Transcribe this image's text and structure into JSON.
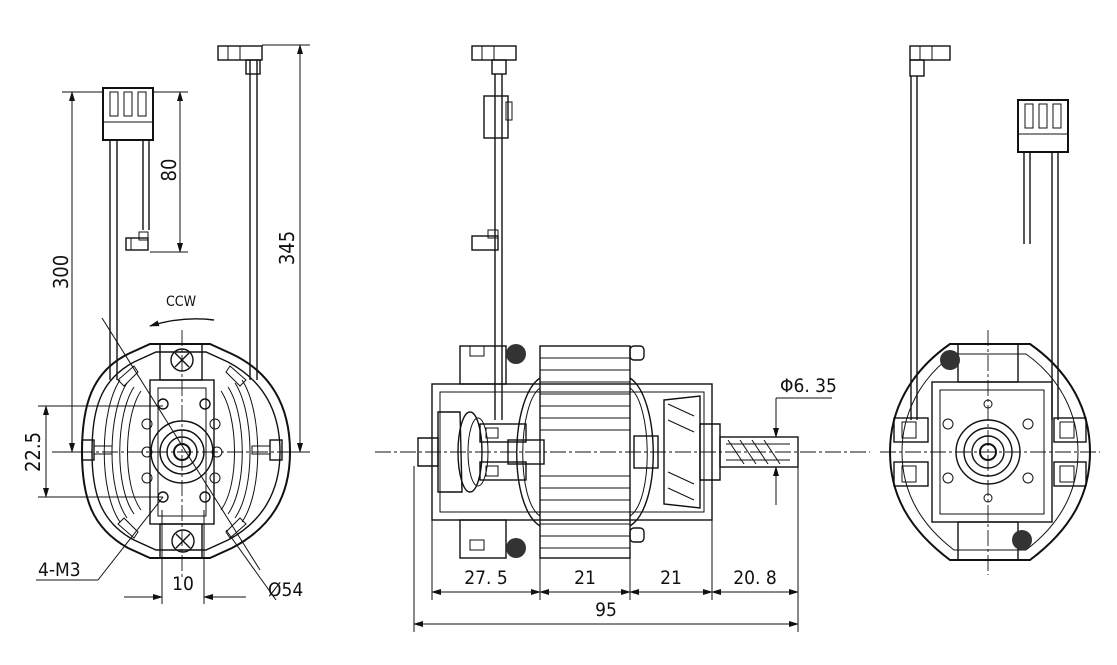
{
  "views": {
    "front": {
      "dim_300": "300",
      "dim_80": "80",
      "dim_345": "345",
      "dim_22_5": "22.5",
      "rotation": "CCW",
      "thread_label": "4-M3",
      "dim_10": "10",
      "diameter_label": "Ø54"
    },
    "side": {
      "shaft_label": "Φ6. 35",
      "dim_27_5": "27. 5",
      "dim_21_a": "21",
      "dim_21_b": "21",
      "dim_20_8": "20. 8",
      "dim_95": "95"
    }
  }
}
